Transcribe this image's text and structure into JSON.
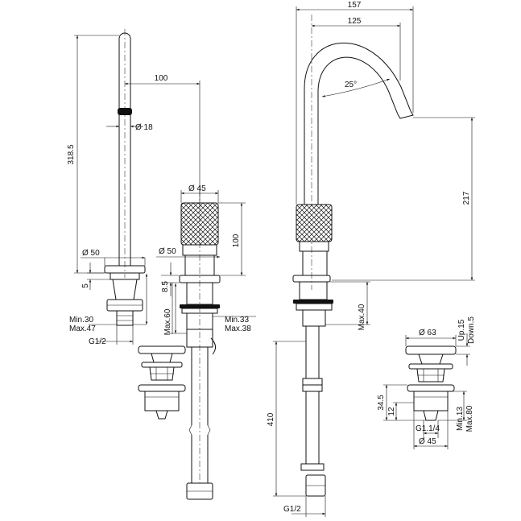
{
  "drawing": {
    "labels": {
      "d100_top": "100",
      "dia18": "Ø 18",
      "h318": "318.5",
      "dia45_top": "Ø 45",
      "dia50_left": "Ø 50",
      "dia50_mid": "Ø 50",
      "h100": "100",
      "d5": "5",
      "d85": "8.5",
      "max60": "Max.60",
      "min30": "Min.30",
      "max47": "Max.47",
      "min33": "Min.33",
      "max38": "Max.38",
      "g12_left": "G1/2",
      "w157": "157",
      "w125": "125",
      "ang25": "25°",
      "h217": "217",
      "max40": "Max.40",
      "h410": "410",
      "g12_bottom": "G1/2",
      "dia63": "Ø 63",
      "up15": "Up.15",
      "down5": "Down.5",
      "d345": "34.5",
      "d12": "12",
      "min13": "Min.13",
      "max80": "Max.80",
      "g114": "G1.1/4",
      "dia45_bottom": "Ø 45"
    }
  }
}
